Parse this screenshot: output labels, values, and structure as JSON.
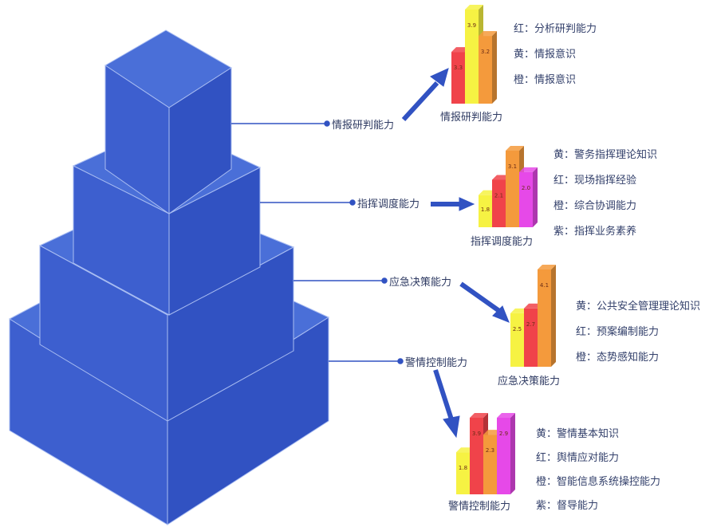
{
  "levels": [
    {
      "label": "情报研判能力",
      "chart_title": "情报研判能力",
      "legend": [
        "红：分析研判能力",
        "黄：情报意识",
        "橙：情报意识"
      ],
      "bars": [
        {
          "color": "#f0434a",
          "value": "3.3",
          "rel": 0.55
        },
        {
          "color": "#f6f243",
          "value": "3.9",
          "rel": 1.0
        },
        {
          "color": "#f49a3c",
          "value": "3.2",
          "rel": 0.72
        }
      ]
    },
    {
      "label": "指挥调度能力",
      "chart_title": "指挥调度能力",
      "legend": [
        "黄：警务指挥理论知识",
        "红：现场指挥经验",
        "橙：综合协调能力",
        "紫：指挥业务素养"
      ],
      "bars": [
        {
          "color": "#f6f243",
          "value": "1.8",
          "rel": 0.42
        },
        {
          "color": "#f0434a",
          "value": "2.1",
          "rel": 0.62
        },
        {
          "color": "#f49a3c",
          "value": "3.1",
          "rel": 1.0
        },
        {
          "color": "#e649e8",
          "value": "2.0",
          "rel": 0.72
        }
      ]
    },
    {
      "label": "应急决策能力",
      "chart_title": "应急决策能力",
      "legend": [
        "黄：公共安全管理理论知识",
        "红：预案编制能力",
        "橙：态势感知能力"
      ],
      "bars": [
        {
          "color": "#f6f243",
          "value": "2.5",
          "rel": 0.55
        },
        {
          "color": "#f0434a",
          "value": "2.7",
          "rel": 0.6
        },
        {
          "color": "#f49a3c",
          "value": "4.1",
          "rel": 1.0
        }
      ]
    },
    {
      "label": "警情控制能力",
      "chart_title": "警情控制能力",
      "legend": [
        "黄：警情基本知识",
        "红：舆情应对能力",
        "橙：智能信息系统操控能力",
        "紫：督导能力"
      ],
      "bars": [
        {
          "color": "#f6f243",
          "value": "1.8",
          "rel": 0.55
        },
        {
          "color": "#f0434a",
          "value": "3.9",
          "rel": 1.0
        },
        {
          "color": "#f49a3c",
          "value": "2.3",
          "rel": 0.78
        },
        {
          "color": "#e649e8",
          "value": "2.9",
          "rel": 1.0
        }
      ]
    }
  ]
}
